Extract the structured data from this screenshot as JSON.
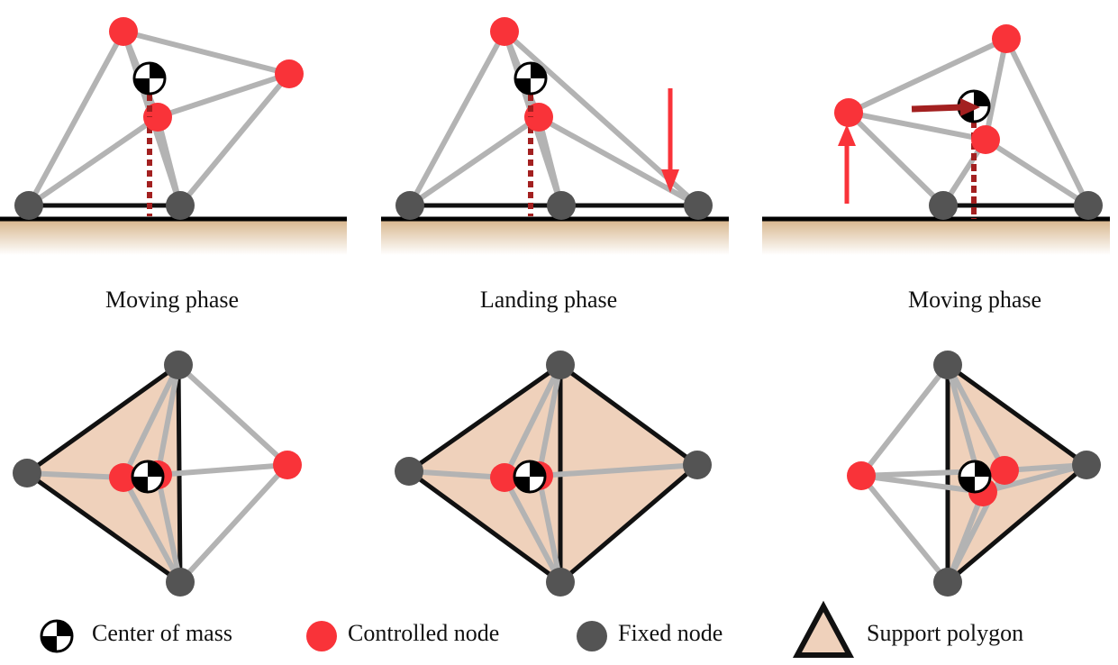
{
  "colors": {
    "controlled_node": "#f93339",
    "fixed_node": "#545454",
    "edge": "#b3b3b3",
    "support_fill": "#efd1bb",
    "support_stroke": "#111111",
    "com_projection": "#a32020",
    "force_arrow": "#f93339",
    "force_arrow_dark": "#a32020",
    "ground_top": "#d6b48a"
  },
  "phases": [
    {
      "label": "Moving phase"
    },
    {
      "label": "Landing phase"
    },
    {
      "label": "Moving phase"
    }
  ],
  "legend": {
    "center_of_mass": "Center of mass",
    "controlled_node": "Controlled node",
    "fixed_node": "Fixed node",
    "support_polygon": "Support polygon"
  },
  "icons": [
    "center-of-mass-icon",
    "controlled-node-icon",
    "fixed-node-icon",
    "support-polygon-icon",
    "force-arrow-icon"
  ]
}
